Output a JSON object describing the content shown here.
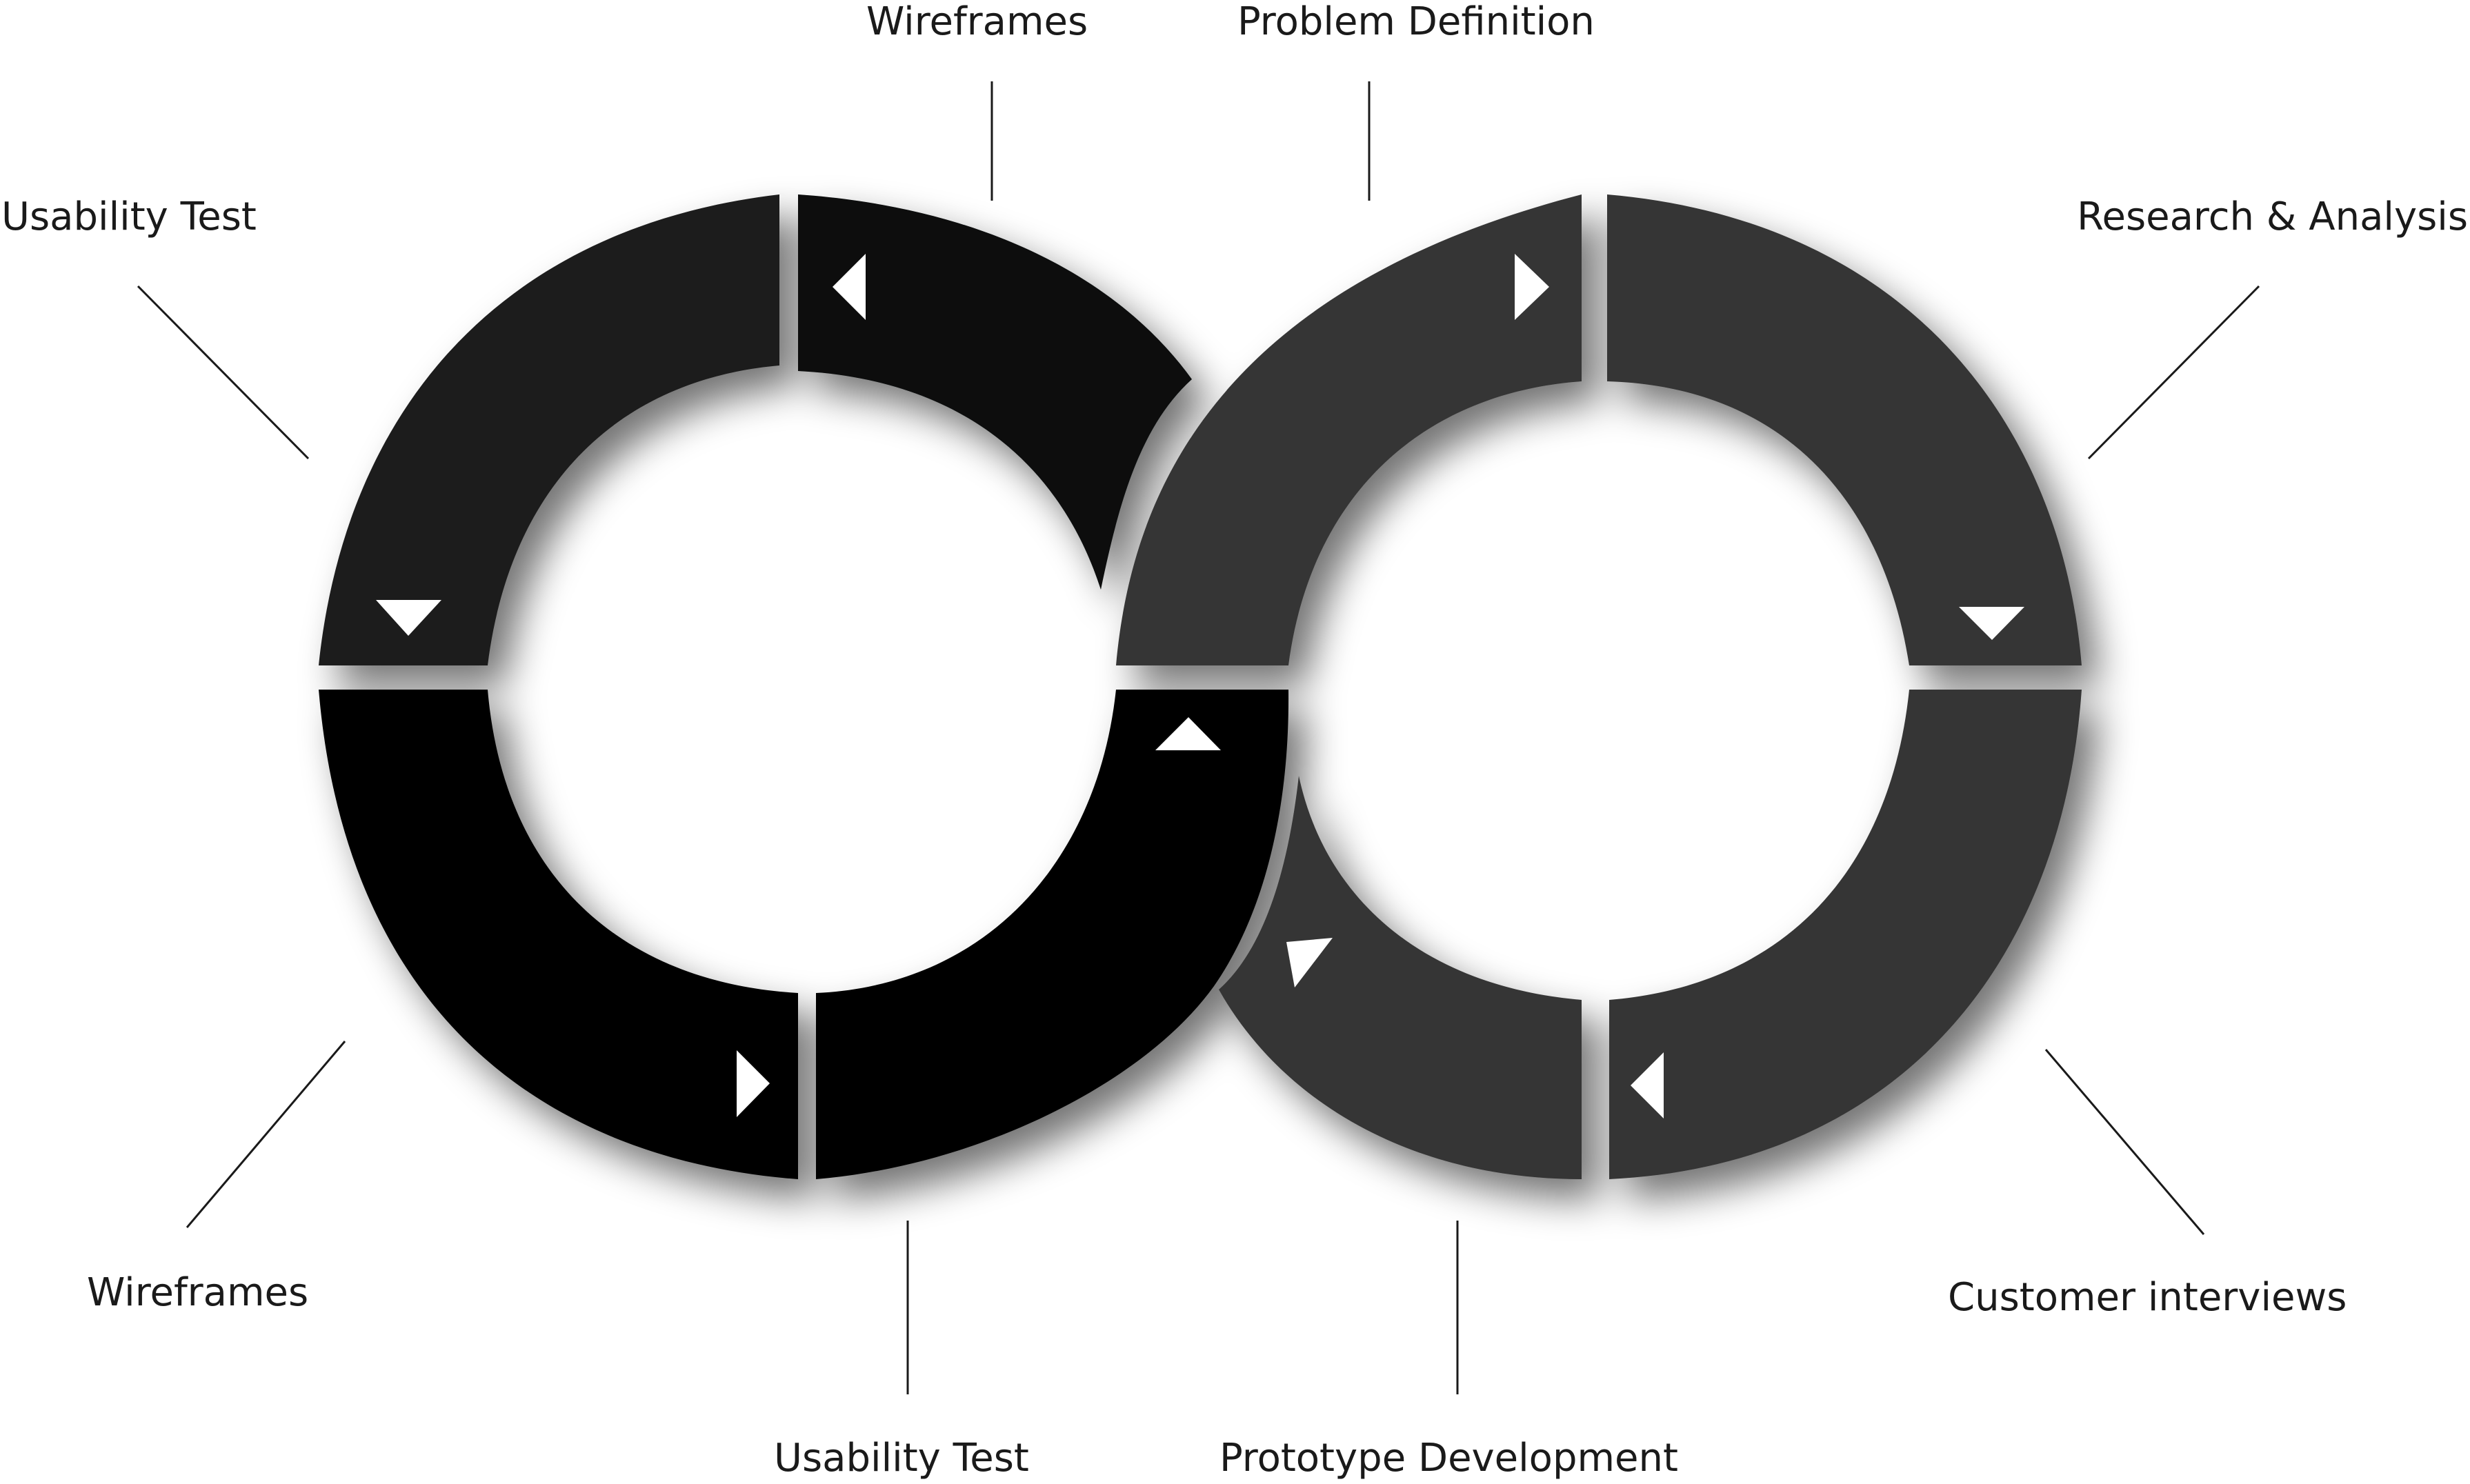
{
  "stages": [
    {
      "id": "left-top-left",
      "label": "Usability Test",
      "color": "#1a1a1a"
    },
    {
      "id": "left-top-right",
      "label": "Wireframes",
      "color": "#070909"
    },
    {
      "id": "left-bottom-left",
      "label": "Wireframes",
      "color": "#050505"
    },
    {
      "id": "left-bottom-right",
      "label": "Usability Test",
      "color": "#050505"
    },
    {
      "id": "right-top-left",
      "label": "Problem Definition",
      "color": "#353535"
    },
    {
      "id": "right-top-right",
      "label": "Research & Analysis",
      "color": "#353535"
    },
    {
      "id": "right-bottom-left",
      "label": "Prototype Development",
      "color": "#353535"
    },
    {
      "id": "right-bottom-right",
      "label": "Customer interviews",
      "color": "#353535"
    }
  ],
  "arrow_icon": "triangle-arrow-icon"
}
